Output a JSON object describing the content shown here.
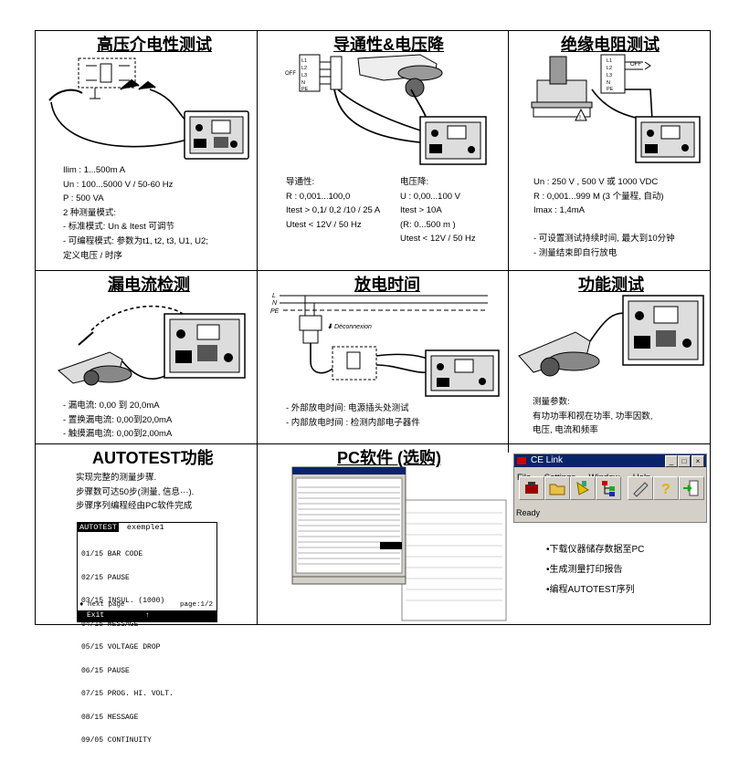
{
  "panels": {
    "hv": {
      "title": "高压介电性测试",
      "specs": [
        "Ilim :  1...500m A",
        "Un :  100...5000 V / 50-60 Hz",
        "P :  500 VA",
        "2 种测量模式:",
        "- 标准模式:   Un & Itest 可调节",
        "- 可编程模式:  参数为t1, t2, t3, U1, U2;",
        "定义电压 / 时序"
      ]
    },
    "cont": {
      "title": "导通性&电压降",
      "col1": [
        "导通性:",
        "R : 0,001...100,0",
        "Itest > 0,1/ 0,2 /10 / 25 A",
        "Utest < 12V / 50 Hz"
      ],
      "col2": [
        "电压降:",
        "U : 0,00...100 V",
        "Itest > 10A",
        "(R: 0...500 m )",
        "Utest < 12V / 50 Hz"
      ],
      "diagram": {
        "off": "OFF",
        "l1": "L1",
        "l2": "L2",
        "l3": "L3",
        "n": "N",
        "pe": "PE"
      }
    },
    "ins": {
      "title": "绝缘电阻测试",
      "specs": [
        "Un : 250 V , 500 V 或 1000 VDC",
        "R : 0,001...999 M  (3 个量程,  自动)",
        "Imax : 1,4mA",
        "",
        "- 可设置测试持续时间,  最大到10分钟",
        "- 测量结束即自行放电"
      ],
      "diagram": {
        "off": "OFF",
        "l1": "L1",
        "l2": "L2",
        "l3": "L3",
        "n": "N",
        "pe": "PE"
      }
    },
    "leak": {
      "title": "漏电流检测",
      "specs": [
        "- 漏电流:   0,00 到 20,0mA",
        "- 置换漏电流:   0,00到20,0mA",
        "- 触摸漏电流:   0,00到2,00mA"
      ]
    },
    "dis": {
      "title": "放电时间",
      "specs": [
        "- 外部放电时间:  电源插头处测试",
        "- 内部放电时间 :  检测内部电子器件"
      ],
      "diagram": {
        "l": "L",
        "n": "N",
        "pe": "PE",
        "disconnect": "Déconnexion"
      }
    },
    "func": {
      "title": "功能测试",
      "specs": [
        "测量参数:",
        "有功功率和视在功率,  功率因数,",
        "电压,  电流和频率"
      ]
    },
    "auto": {
      "title": "AUTOTEST功能",
      "specs": [
        "实现完整的测量步骤.",
        "步骤数可达50步(测量,  信息···).",
        "步骤序列编程经由PC软件完成"
      ],
      "screen": {
        "header": "AUTOTEST",
        "name": "exemple1",
        "lines": [
          "01/15 BAR CODE",
          "02/15 PAUSE",
          "03/15 INSUL. (1000)",
          "04/15 MESSAGE",
          "05/15 VOLTAGE DROP",
          "06/15 PAUSE",
          "07/15 PROG. HI. VOLT.",
          "08/15 MESSAGE",
          "09/05 CONTINUITY"
        ],
        "next": "♦ next page",
        "page": "page:1/2",
        "exit": "Exit",
        "up": "↑"
      }
    },
    "pc": {
      "title": "PC软件 (选购)"
    },
    "cflink": {
      "title": "CE Link",
      "menu": [
        "File",
        "Settings",
        "Window",
        "Help"
      ],
      "status": "Ready",
      "bullets": [
        "•下载仪器储存数据至PC",
        "•生成测量打印报告",
        "•编程AUTOTEST序列"
      ]
    }
  }
}
